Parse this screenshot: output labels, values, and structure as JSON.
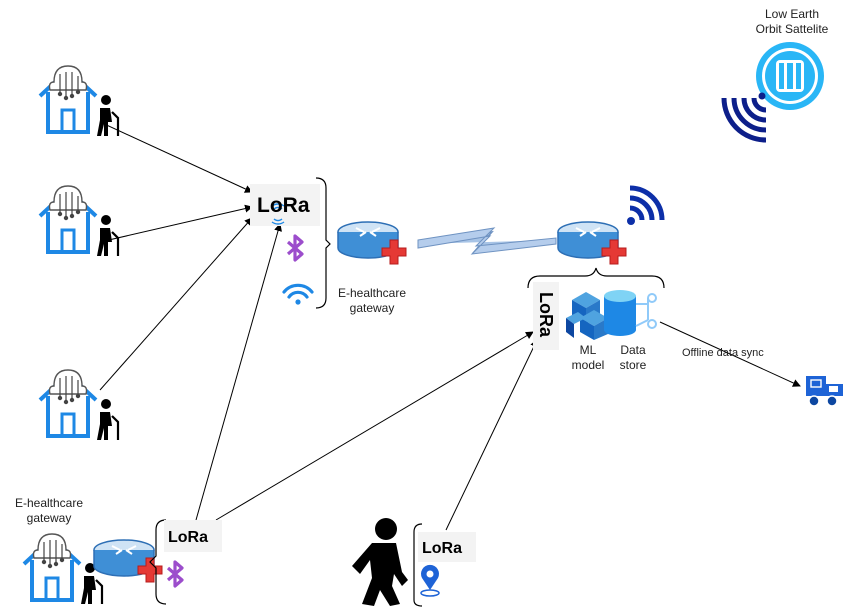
{
  "satellite": {
    "label_line1": "Low Earth",
    "label_line2": "Orbit Sattelite"
  },
  "gateway_main": {
    "label_line1": "E-healthcare",
    "label_line2": "gateway"
  },
  "gateway_remote": {
    "label_line1": "E-healthcare",
    "label_line2": "gateway"
  },
  "central": {
    "ml_model": {
      "line1": "ML",
      "line2": "model"
    },
    "data_store": {
      "line1": "Data",
      "line2": "store"
    }
  },
  "offline_sync": "Offline data sync",
  "lora_text": "LoRa",
  "colors": {
    "blue": "#1e88e5",
    "dark_blue": "#1a237e",
    "bluetooth": "#9c4dcc",
    "red_cross": "#e53935",
    "sat_cyan": "#29b6f6"
  }
}
